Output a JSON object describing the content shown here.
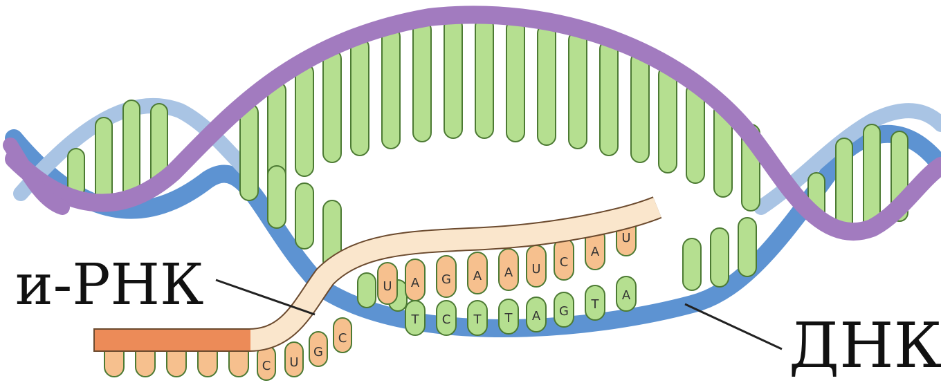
{
  "labels": {
    "mrna": "и-РНК",
    "dna": "ДНК"
  },
  "mrna_bases": [
    "U",
    "A",
    "G",
    "A",
    "A",
    "U",
    "C",
    "A",
    "U"
  ],
  "dna_template_bases": [
    "T",
    "C",
    "T",
    "T",
    "A",
    "G",
    "T",
    "A"
  ],
  "mrna_tail_bases": [
    "C",
    "U",
    "G",
    "C"
  ],
  "colors": {
    "strand_purple": "#a27bbf",
    "strand_blue": "#5d93d2",
    "strand_light_blue": "#a9c4e4",
    "base_green": "#b5df90",
    "base_green_edge": "#4c7a33",
    "mrna_base_orange": "#f6c08e",
    "mrna_backbone_cream": "#fae6cc",
    "mrna_backbone_orange": "#ec8b58"
  }
}
